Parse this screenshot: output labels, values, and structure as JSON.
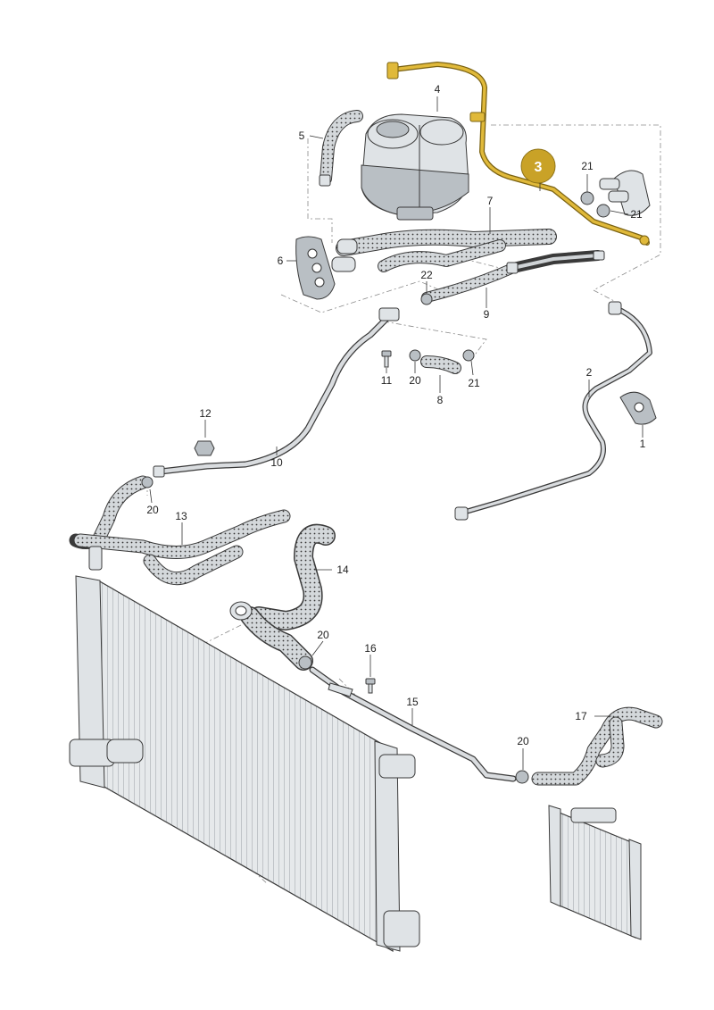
{
  "callouts": [
    {
      "id": "c1",
      "text": "1"
    },
    {
      "id": "c2",
      "text": "2"
    },
    {
      "id": "c3",
      "text": "3"
    },
    {
      "id": "c4",
      "text": "4"
    },
    {
      "id": "c5",
      "text": "5"
    },
    {
      "id": "c6",
      "text": "6"
    },
    {
      "id": "c7",
      "text": "7"
    },
    {
      "id": "c8",
      "text": "8"
    },
    {
      "id": "c9",
      "text": "9"
    },
    {
      "id": "c10",
      "text": "10"
    },
    {
      "id": "c11",
      "text": "11"
    },
    {
      "id": "c12",
      "text": "12"
    },
    {
      "id": "c13",
      "text": "13"
    },
    {
      "id": "c14",
      "text": "14"
    },
    {
      "id": "c15",
      "text": "15"
    },
    {
      "id": "c16",
      "text": "16"
    },
    {
      "id": "c17",
      "text": "17"
    },
    {
      "id": "c20a",
      "text": "20"
    },
    {
      "id": "c20b",
      "text": "20"
    },
    {
      "id": "c20c",
      "text": "20"
    },
    {
      "id": "c20d",
      "text": "20"
    },
    {
      "id": "c21a",
      "text": "21"
    },
    {
      "id": "c21b",
      "text": "21"
    },
    {
      "id": "c21c",
      "text": "21"
    },
    {
      "id": "c22",
      "text": "22"
    }
  ],
  "highlight": {
    "part": "3",
    "color": "#c9a227"
  },
  "colors": {
    "line": "#3a3a3a",
    "fill": "#dfe3e6",
    "accent": "#c9a227"
  }
}
